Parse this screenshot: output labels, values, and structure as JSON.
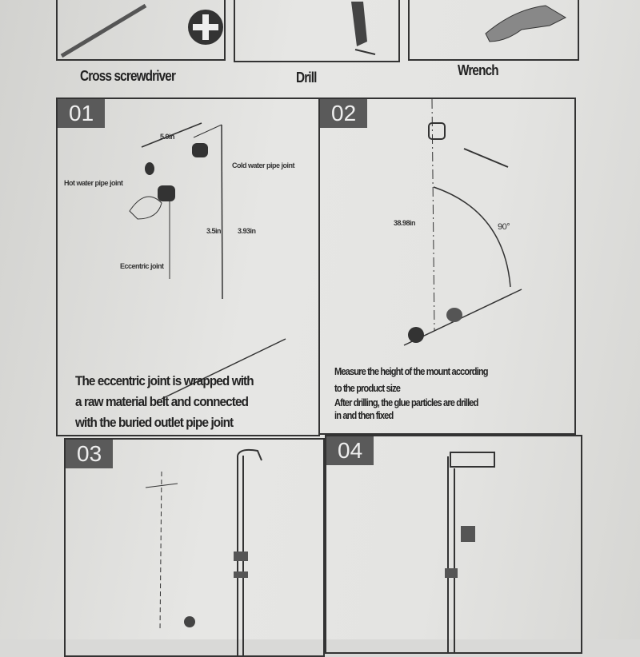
{
  "tools": [
    {
      "label": "Cross screwdriver"
    },
    {
      "label": "Drill"
    },
    {
      "label": "Wrench"
    }
  ],
  "steps": [
    {
      "number": "01",
      "labels": {
        "distance": "5.9in",
        "cold": "Cold water pipe joint",
        "hot": "Hot water pipe joint",
        "eccentric": "Eccentric joint",
        "range_min": "3.5in",
        "range_max": "3.93in"
      },
      "caption": [
        "The eccentric joint is wrapped with",
        "a raw material belt and connected",
        "with the buried outlet pipe joint"
      ]
    },
    {
      "number": "02",
      "labels": {
        "height": "38.98in",
        "angle": "90°"
      },
      "caption": [
        "Measure the height of the mount according",
        "to the product size",
        "After drilling, the glue particles are drilled",
        "in and then fixed"
      ]
    },
    {
      "number": "03"
    },
    {
      "number": "04"
    }
  ]
}
